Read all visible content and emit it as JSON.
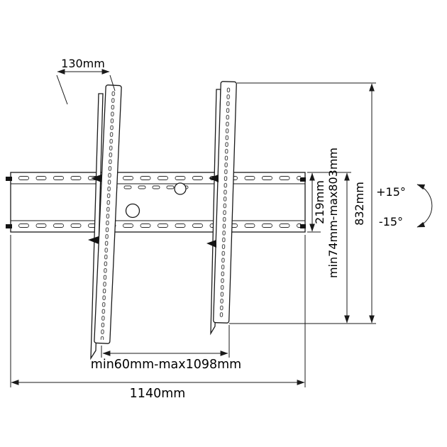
{
  "labels": {
    "offset_130": "130mm",
    "plate_height_219": "219mm",
    "vertical_range": "min74mm-max803mm",
    "total_height_832": "832mm",
    "horizontal_range": "min60mm-max1098mm",
    "total_width_1140": "1140mm",
    "tilt_up": "+15°",
    "tilt_down": "-15°"
  },
  "colors": {
    "line": "#1a1a1a",
    "background": "#ffffff"
  }
}
